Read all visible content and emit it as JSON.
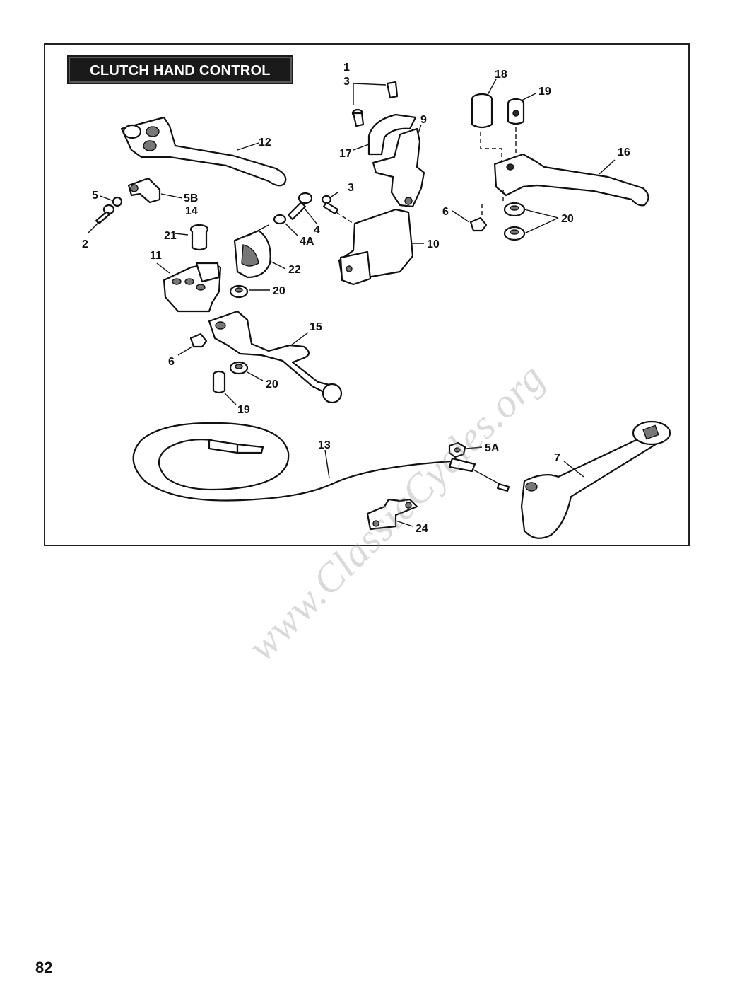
{
  "title": "CLUTCH HAND CONTROL",
  "watermark": "www.ClassicCycles.org",
  "page_number": "82",
  "callouts": {
    "c1": "1",
    "c3a": "3",
    "c18": "18",
    "c19a": "19",
    "c9": "9",
    "c12": "12",
    "c17": "17",
    "c16": "16",
    "c5": "5",
    "c5b": "5B",
    "c14": "14",
    "c3b": "3",
    "c2": "2",
    "c21": "21",
    "c4": "4",
    "c4a": "4A",
    "c6a": "6",
    "c20a": "20",
    "c10": "10",
    "c11": "11",
    "c22": "22",
    "c20b": "20",
    "c15": "15",
    "c6b": "6",
    "c20c": "20",
    "c19b": "19",
    "c13": "13",
    "c5a": "5A",
    "c7": "7",
    "c24": "24"
  }
}
